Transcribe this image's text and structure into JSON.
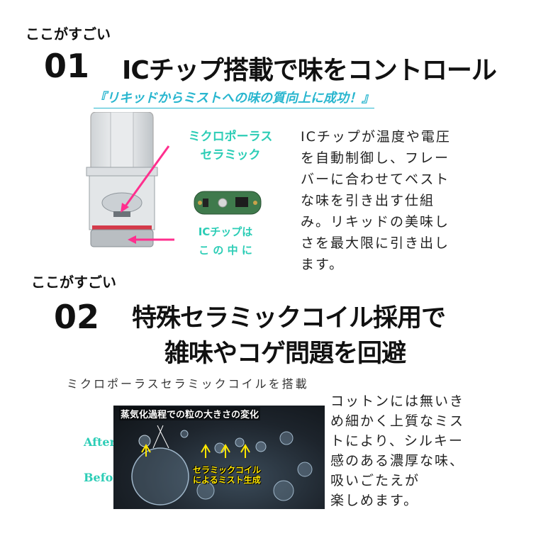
{
  "section1": {
    "tag": "ここがすごい",
    "number": "01",
    "headline": "ICチップ搭載で味をコントロール",
    "subheadline": "『リキッドからミストへの味の質向上に成功！』",
    "label_ceramic_line1": "ミクロポーラス",
    "label_ceramic_line2": "セラミック",
    "label_chip_line1": "ICチップは",
    "label_chip_line2": "こ の 中 に",
    "body_lines": [
      "ICチップが温度や電圧",
      "を自動制御し、フレー",
      "バーに合わせてベスト",
      "な味を引き出す仕組",
      "み。リキッドの美味し",
      "さを最大限に引き出し",
      "ます。"
    ]
  },
  "section2": {
    "tag": "ここがすごい",
    "number": "02",
    "headline_line1": "特殊セラミックコイル採用で",
    "headline_line2": "雑味やコゲ問題を回避",
    "caption": "ミクロポーラスセラミックコイルを搭載",
    "photo_title": "蒸気化過程での粒の大きさの変化",
    "photo_highlight_line1": "セラミックコイル",
    "photo_highlight_line2": "によるミスト生成",
    "label_after": "After",
    "label_before": "Before",
    "body_lines": [
      "コットンには無いき",
      "め細かく上質なミス",
      "トにより、シルキー",
      "感のある濃厚な味、",
      "吸いごたえが",
      "楽しめます。"
    ]
  },
  "colors": {
    "accent_teal": "#2ccdb6",
    "accent_cyan": "#29b6cf",
    "accent_pink": "#ff2f8e",
    "highlight_yellow": "#ffe600"
  }
}
